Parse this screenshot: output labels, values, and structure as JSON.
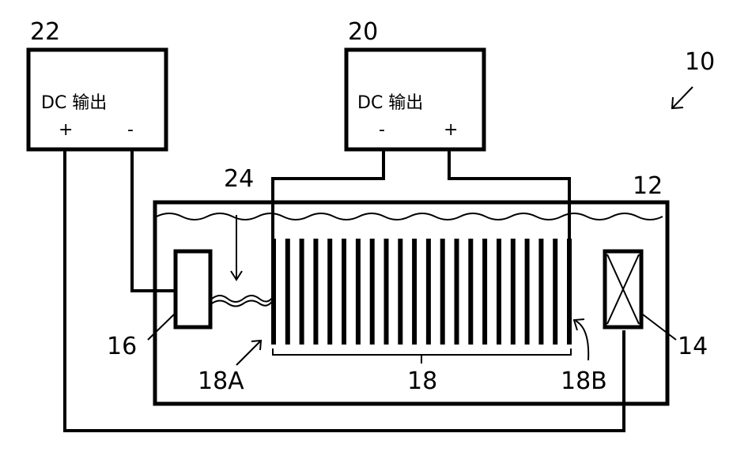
{
  "labels": {
    "ref_10": "10",
    "ref_12": "12",
    "ref_14": "14",
    "ref_16": "16",
    "ref_18": "18",
    "ref_18a": "18A",
    "ref_18b": "18B",
    "ref_20": "20",
    "ref_22": "22",
    "ref_24": "24"
  },
  "supply_22": {
    "title": "DC 输出",
    "terminal_left": "+",
    "terminal_right": "-"
  },
  "supply_20": {
    "title": "DC 输出",
    "terminal_left": "-",
    "terminal_right": "+"
  },
  "electrode_plates": {
    "count": 22
  }
}
